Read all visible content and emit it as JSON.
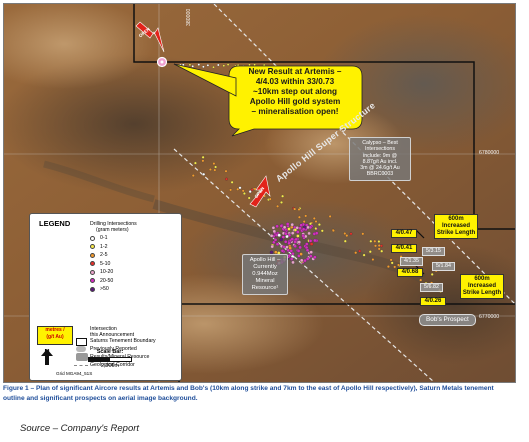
{
  "map": {
    "callout_main": [
      "New Result at Artemis –",
      "4/4.03 within 33/0.73",
      "~10km step out along",
      "Apollo Hill gold system",
      "– mineralisation open!"
    ],
    "super_structure": "Apollo Hill Super Structure",
    "calypso": [
      "Calypso – Best",
      "Intersections",
      "include: 9m @",
      "8.87g/t Au incl.",
      "3m @ 24.6g/t Au",
      "BBRC0003"
    ],
    "apollo_hill": [
      "Apollo Hill –",
      "Currently",
      "0.944Moz",
      "Mineral",
      "Resource¹"
    ],
    "strike_top": [
      "600m",
      "Increased",
      "Strike Length"
    ],
    "strike_bottom": [
      "600m",
      "Increased",
      "Strike Length"
    ],
    "yellow_labels": [
      "4/0.47",
      "4/0.41",
      "4/0.68",
      "4/0.26"
    ],
    "grey_labels": [
      "5/3.15",
      "4/1.35",
      "5/1.84",
      "5/6.82"
    ],
    "bobs_prospect": "Bob's Prospect",
    "arrow_label": "OPEN",
    "coords": {
      "easting_top": "380000",
      "northing_1": "6780000",
      "northing_2": "6770000"
    },
    "colors": {
      "callout": "#fff200",
      "fault": "#e03c2c",
      "tenement": "#111111",
      "corridor": "#dcdcdc"
    }
  },
  "legend": {
    "title": "LEGEND",
    "heading": [
      "Drilling Intersections",
      "(gram meters)"
    ],
    "bins": [
      {
        "label": "0-1",
        "color": "#ffffff"
      },
      {
        "label": "1-2",
        "color": "#f7e84a"
      },
      {
        "label": "2-5",
        "color": "#f29a2e"
      },
      {
        "label": "5-10",
        "color": "#e5302a"
      },
      {
        "label": "10-20",
        "color": "#e8a3c9"
      },
      {
        "label": "20-50",
        "color": "#d42fc0"
      },
      {
        "label": ">50",
        "color": "#5b1a7a"
      }
    ],
    "intersection": [
      "Intersection",
      "this Announcement"
    ],
    "ybox": [
      "metres /",
      "(g/t Au)"
    ],
    "tenement": "Saturns Tenement Boundary",
    "previously": "Previously Reported",
    "results": "Results/Mineral Resource",
    "corridor": "Geological Corridor",
    "north": "N",
    "scale_label": "Scale Bar:",
    "scale_value": "2,000m",
    "grid": "Grid MGA94_51S"
  },
  "caption": "Figure 1 – Plan of significant Aircore results at Artemis and Bob's (10km along strike and 7km to the east of Apollo Hill respectively), Saturn Metals tenement outline and significant prospects on aerial image background.",
  "source": "Source – Company's Report"
}
